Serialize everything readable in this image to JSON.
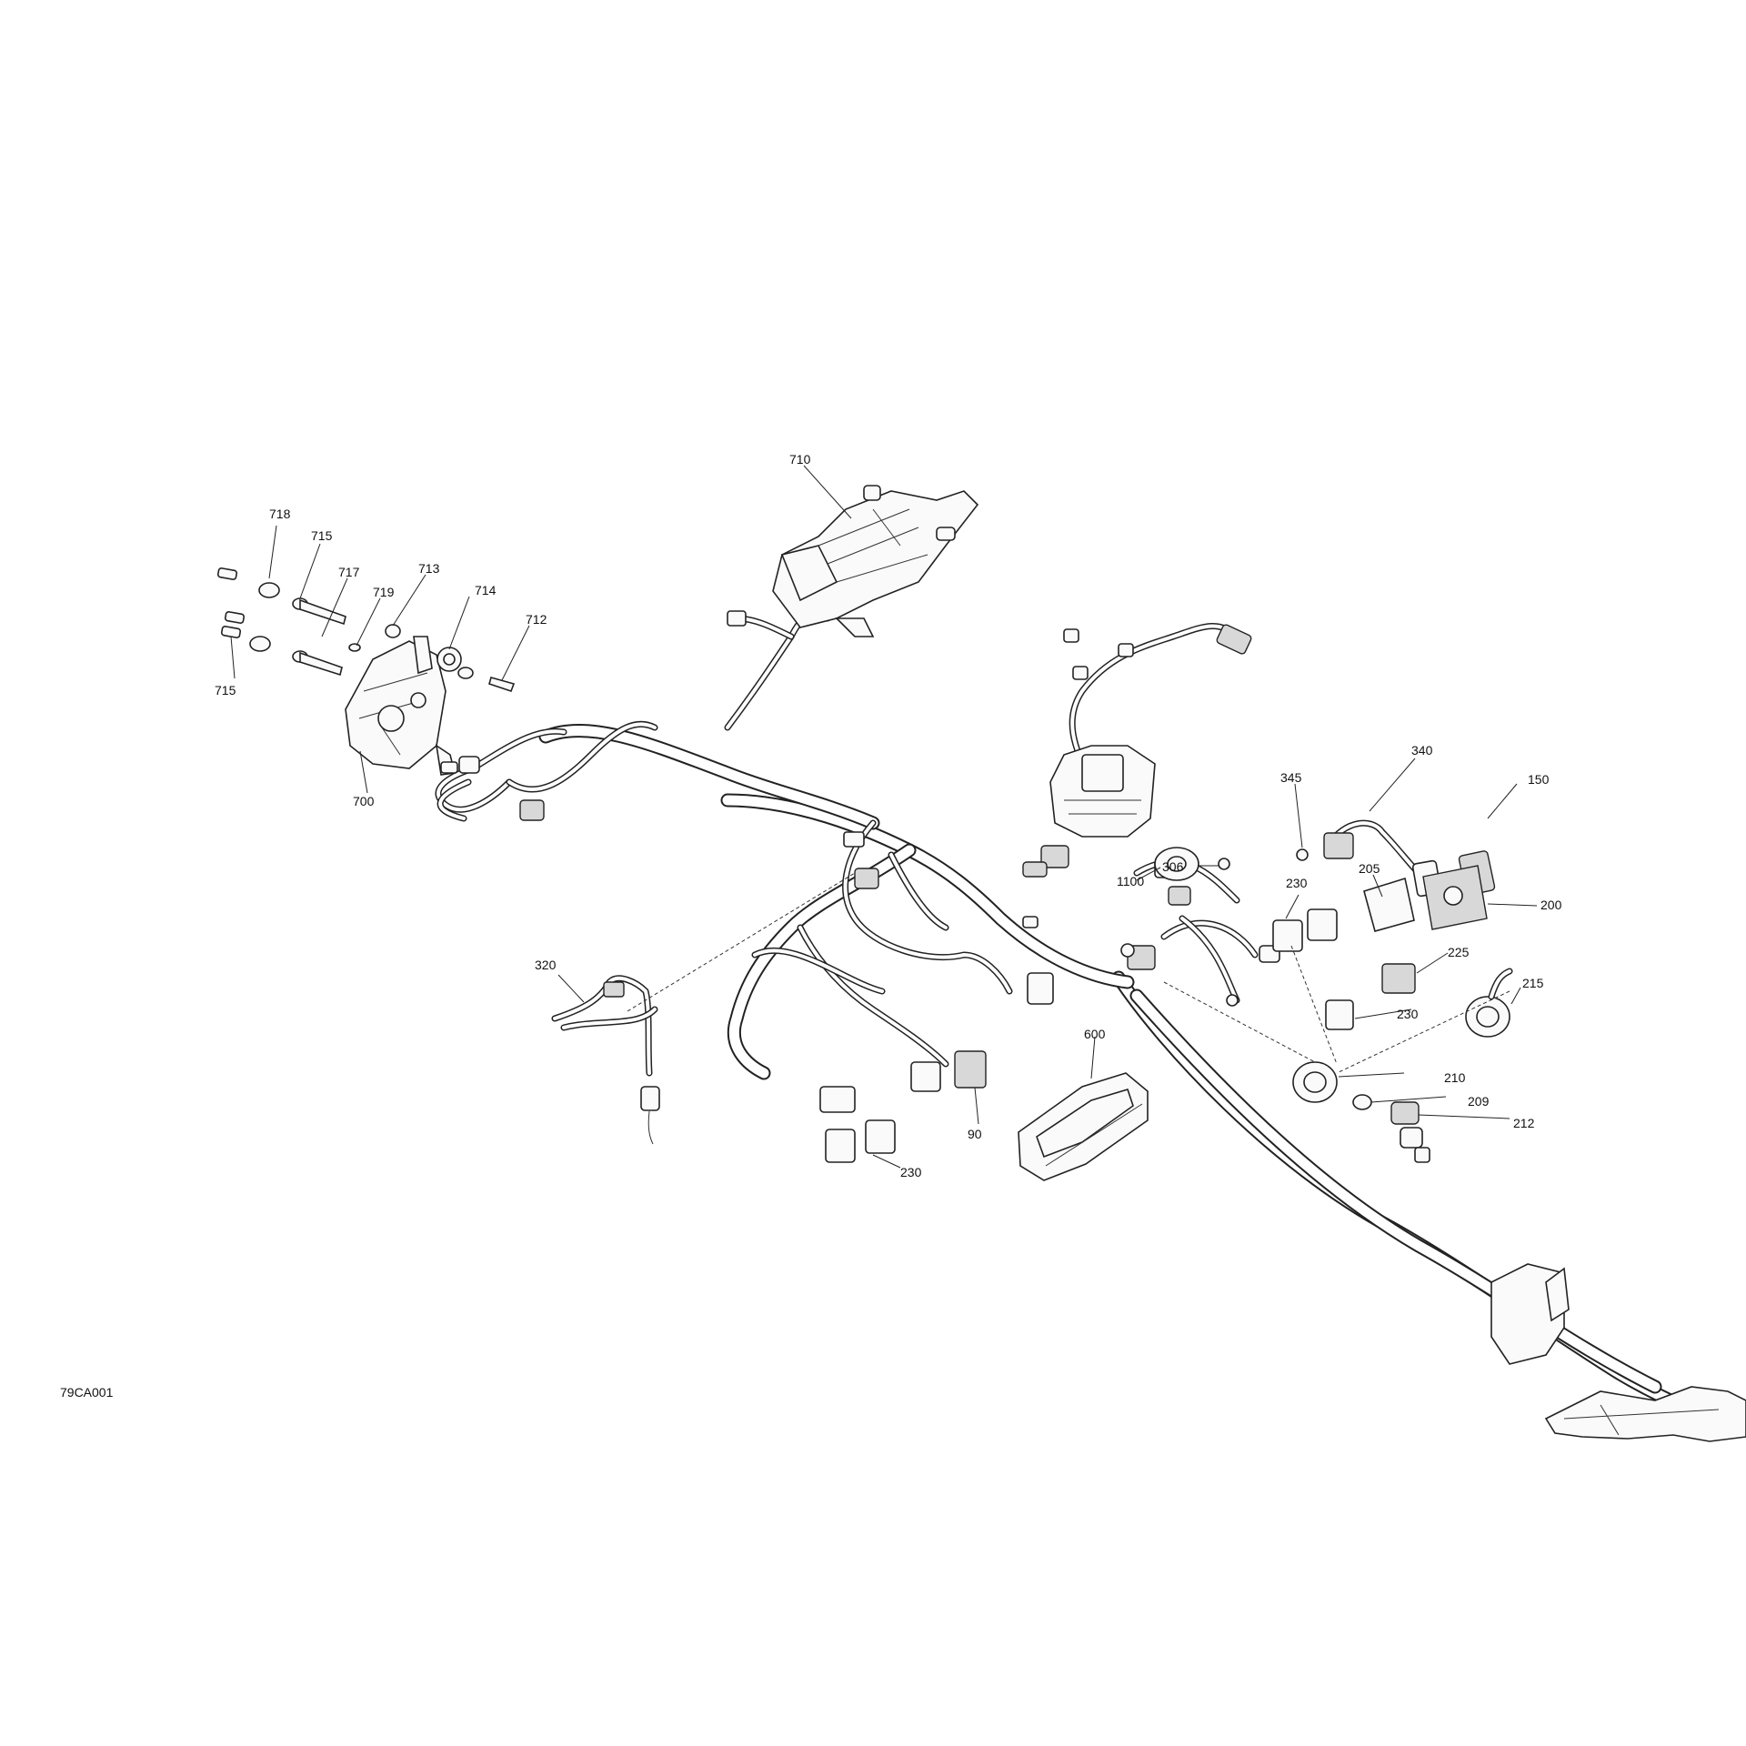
{
  "figure_code": "79CA001",
  "callouts": [
    "718",
    "715",
    "717",
    "719",
    "713",
    "714",
    "712",
    "715",
    "700",
    "710",
    "340",
    "345",
    "150",
    "1100",
    "306",
    "230",
    "205",
    "200",
    "225",
    "215",
    "230",
    "320",
    "600",
    "90",
    "230",
    "210",
    "209",
    "212"
  ]
}
